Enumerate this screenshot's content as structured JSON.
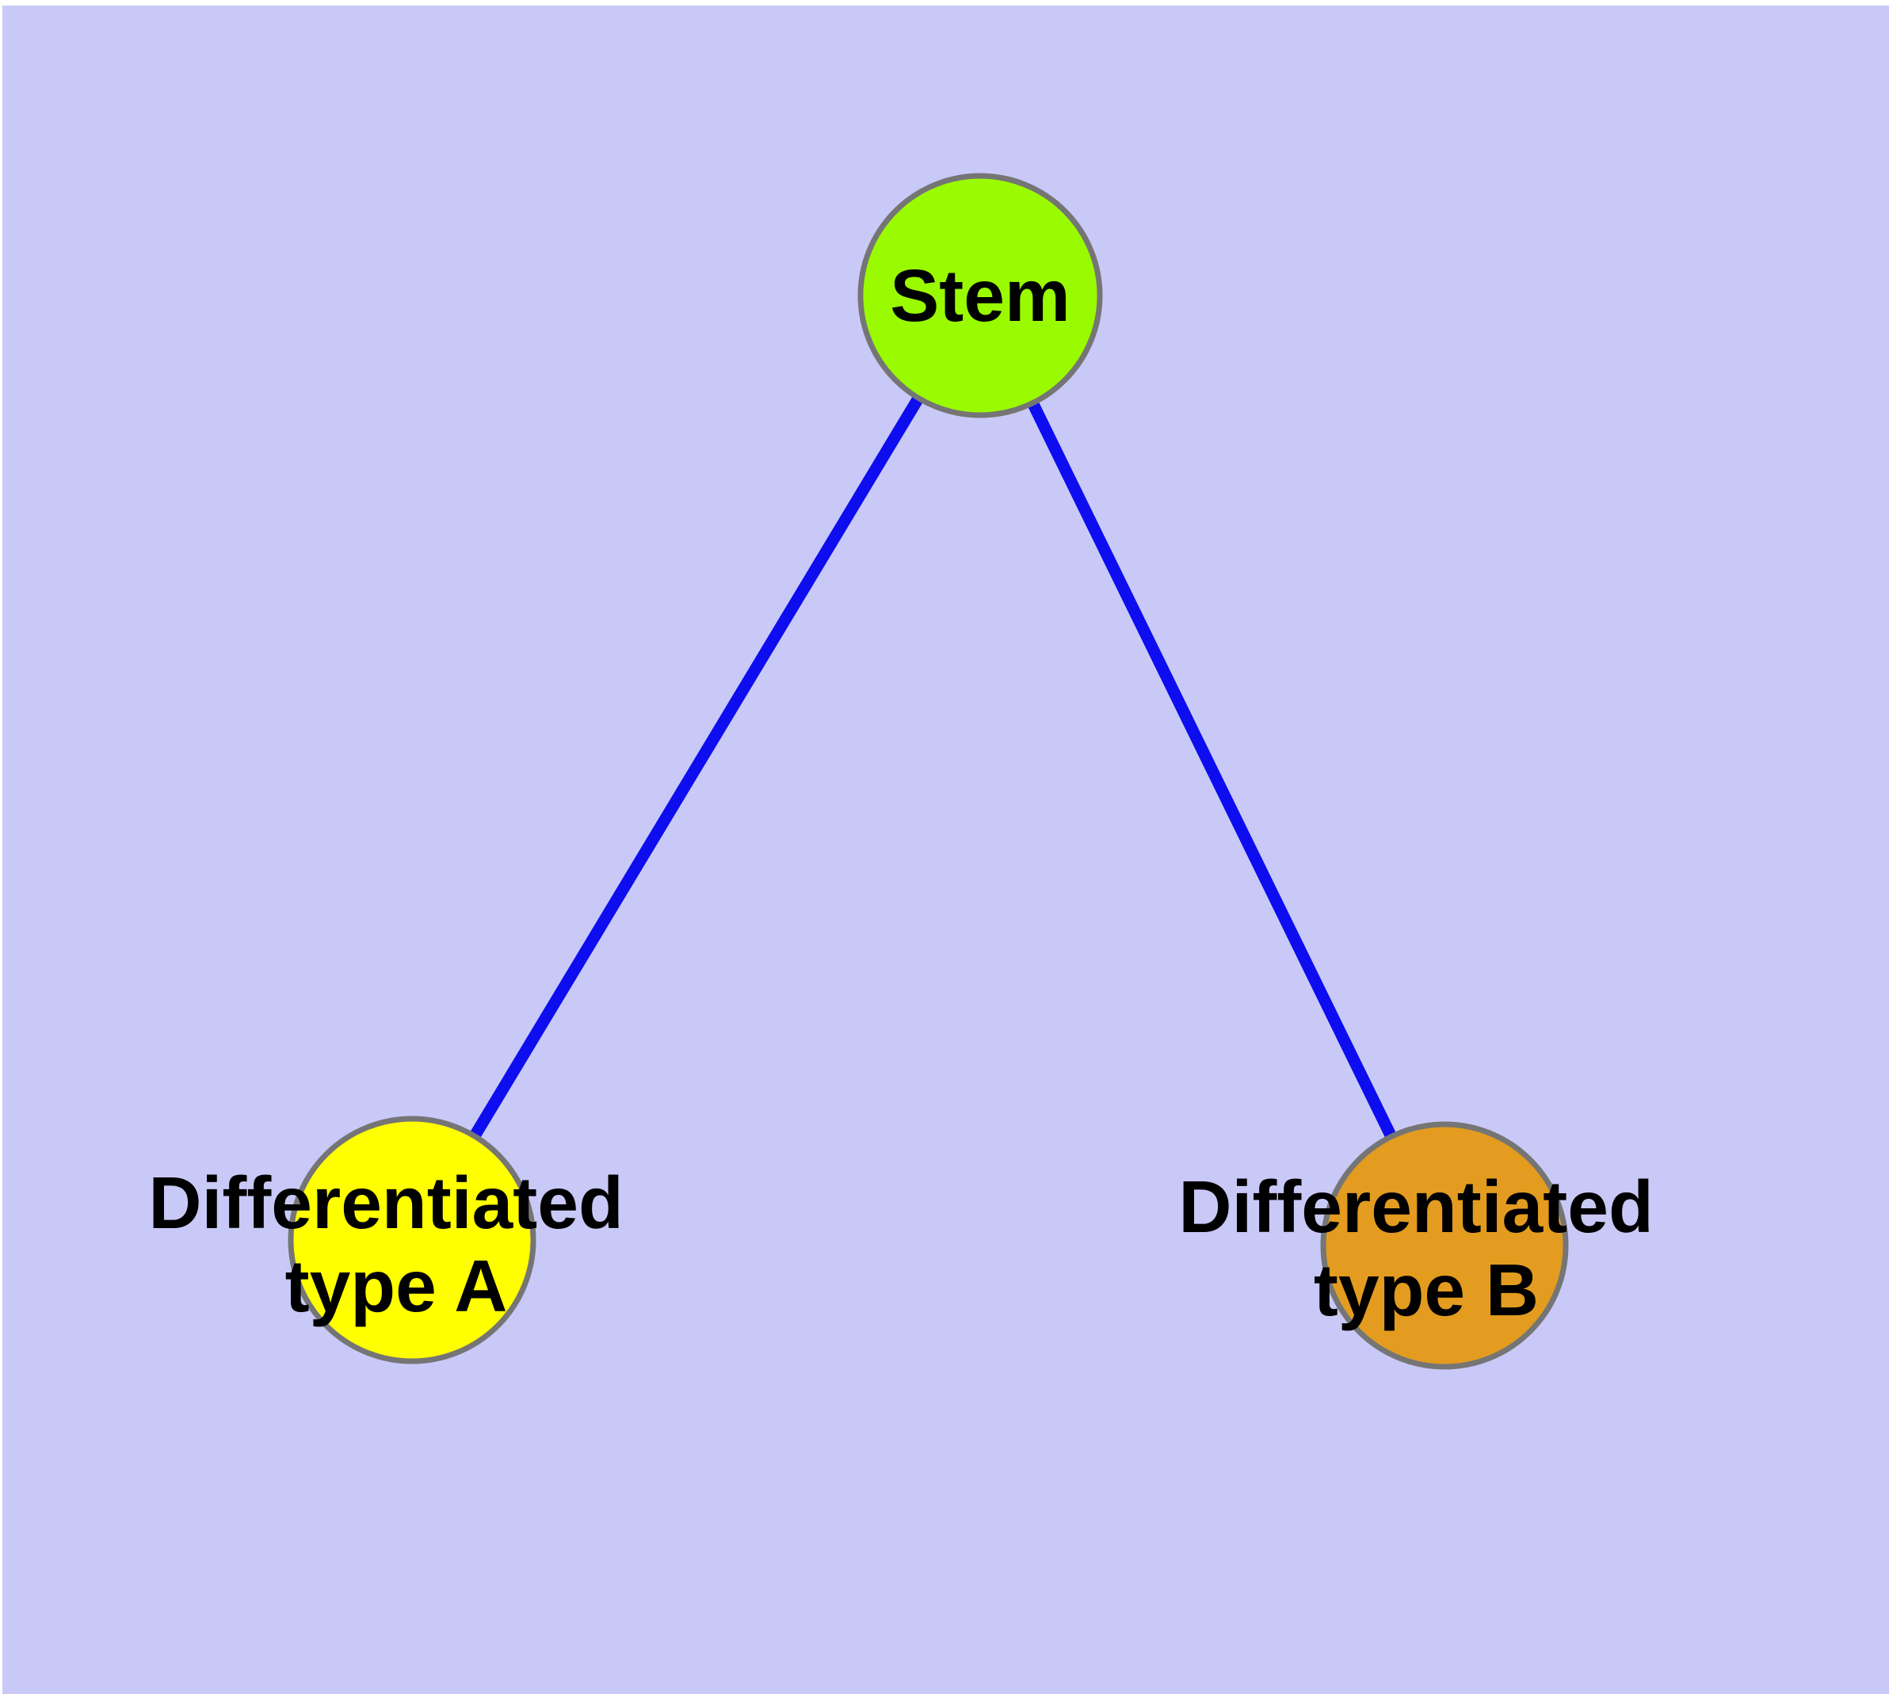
{
  "diagram": {
    "type": "graph",
    "background_color": "#C9C9F8",
    "page_margin_color": "#FFFFFF",
    "edge_color": "#0D0DF0",
    "node_border_color": "#757575",
    "text_color": "#000000",
    "nodes": [
      {
        "id": "stem",
        "label": "Stem",
        "lines": [
          "Stem"
        ],
        "fill": "#9AFB00"
      },
      {
        "id": "differentiated-type-a",
        "label": "Differentiated type A",
        "lines": [
          "Differentiated",
          "type A"
        ],
        "fill": "#FFFF00"
      },
      {
        "id": "differentiated-type-b",
        "label": "Differentiated type B",
        "lines": [
          "Differentiated",
          "type B"
        ],
        "fill": "#E39C1F"
      }
    ],
    "edges": [
      {
        "from": "Stem",
        "to": "Differentiated type A"
      },
      {
        "from": "Stem",
        "to": "Differentiated type B"
      }
    ]
  }
}
